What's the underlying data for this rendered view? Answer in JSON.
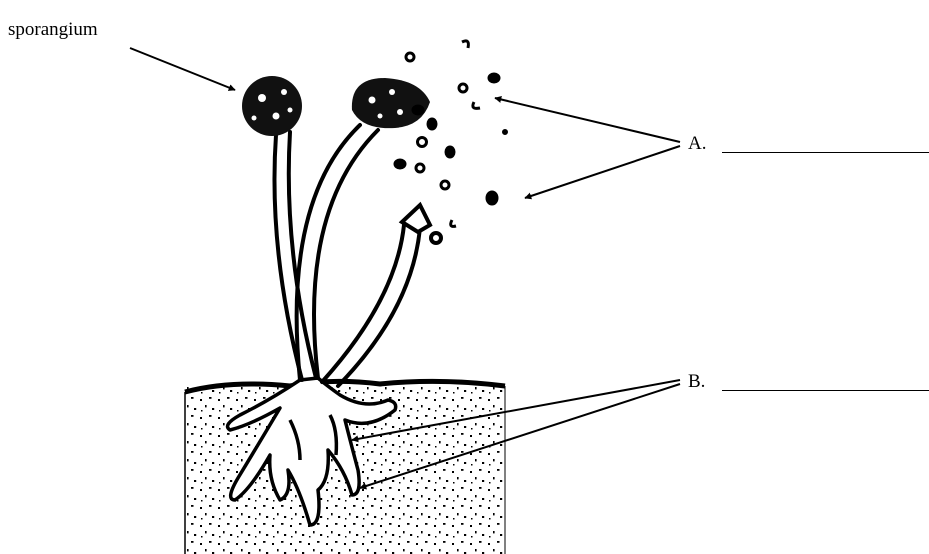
{
  "labels": {
    "sporangium": "sporangium",
    "a": "A.",
    "b": "B."
  },
  "blanks": {
    "a": "",
    "b": ""
  }
}
